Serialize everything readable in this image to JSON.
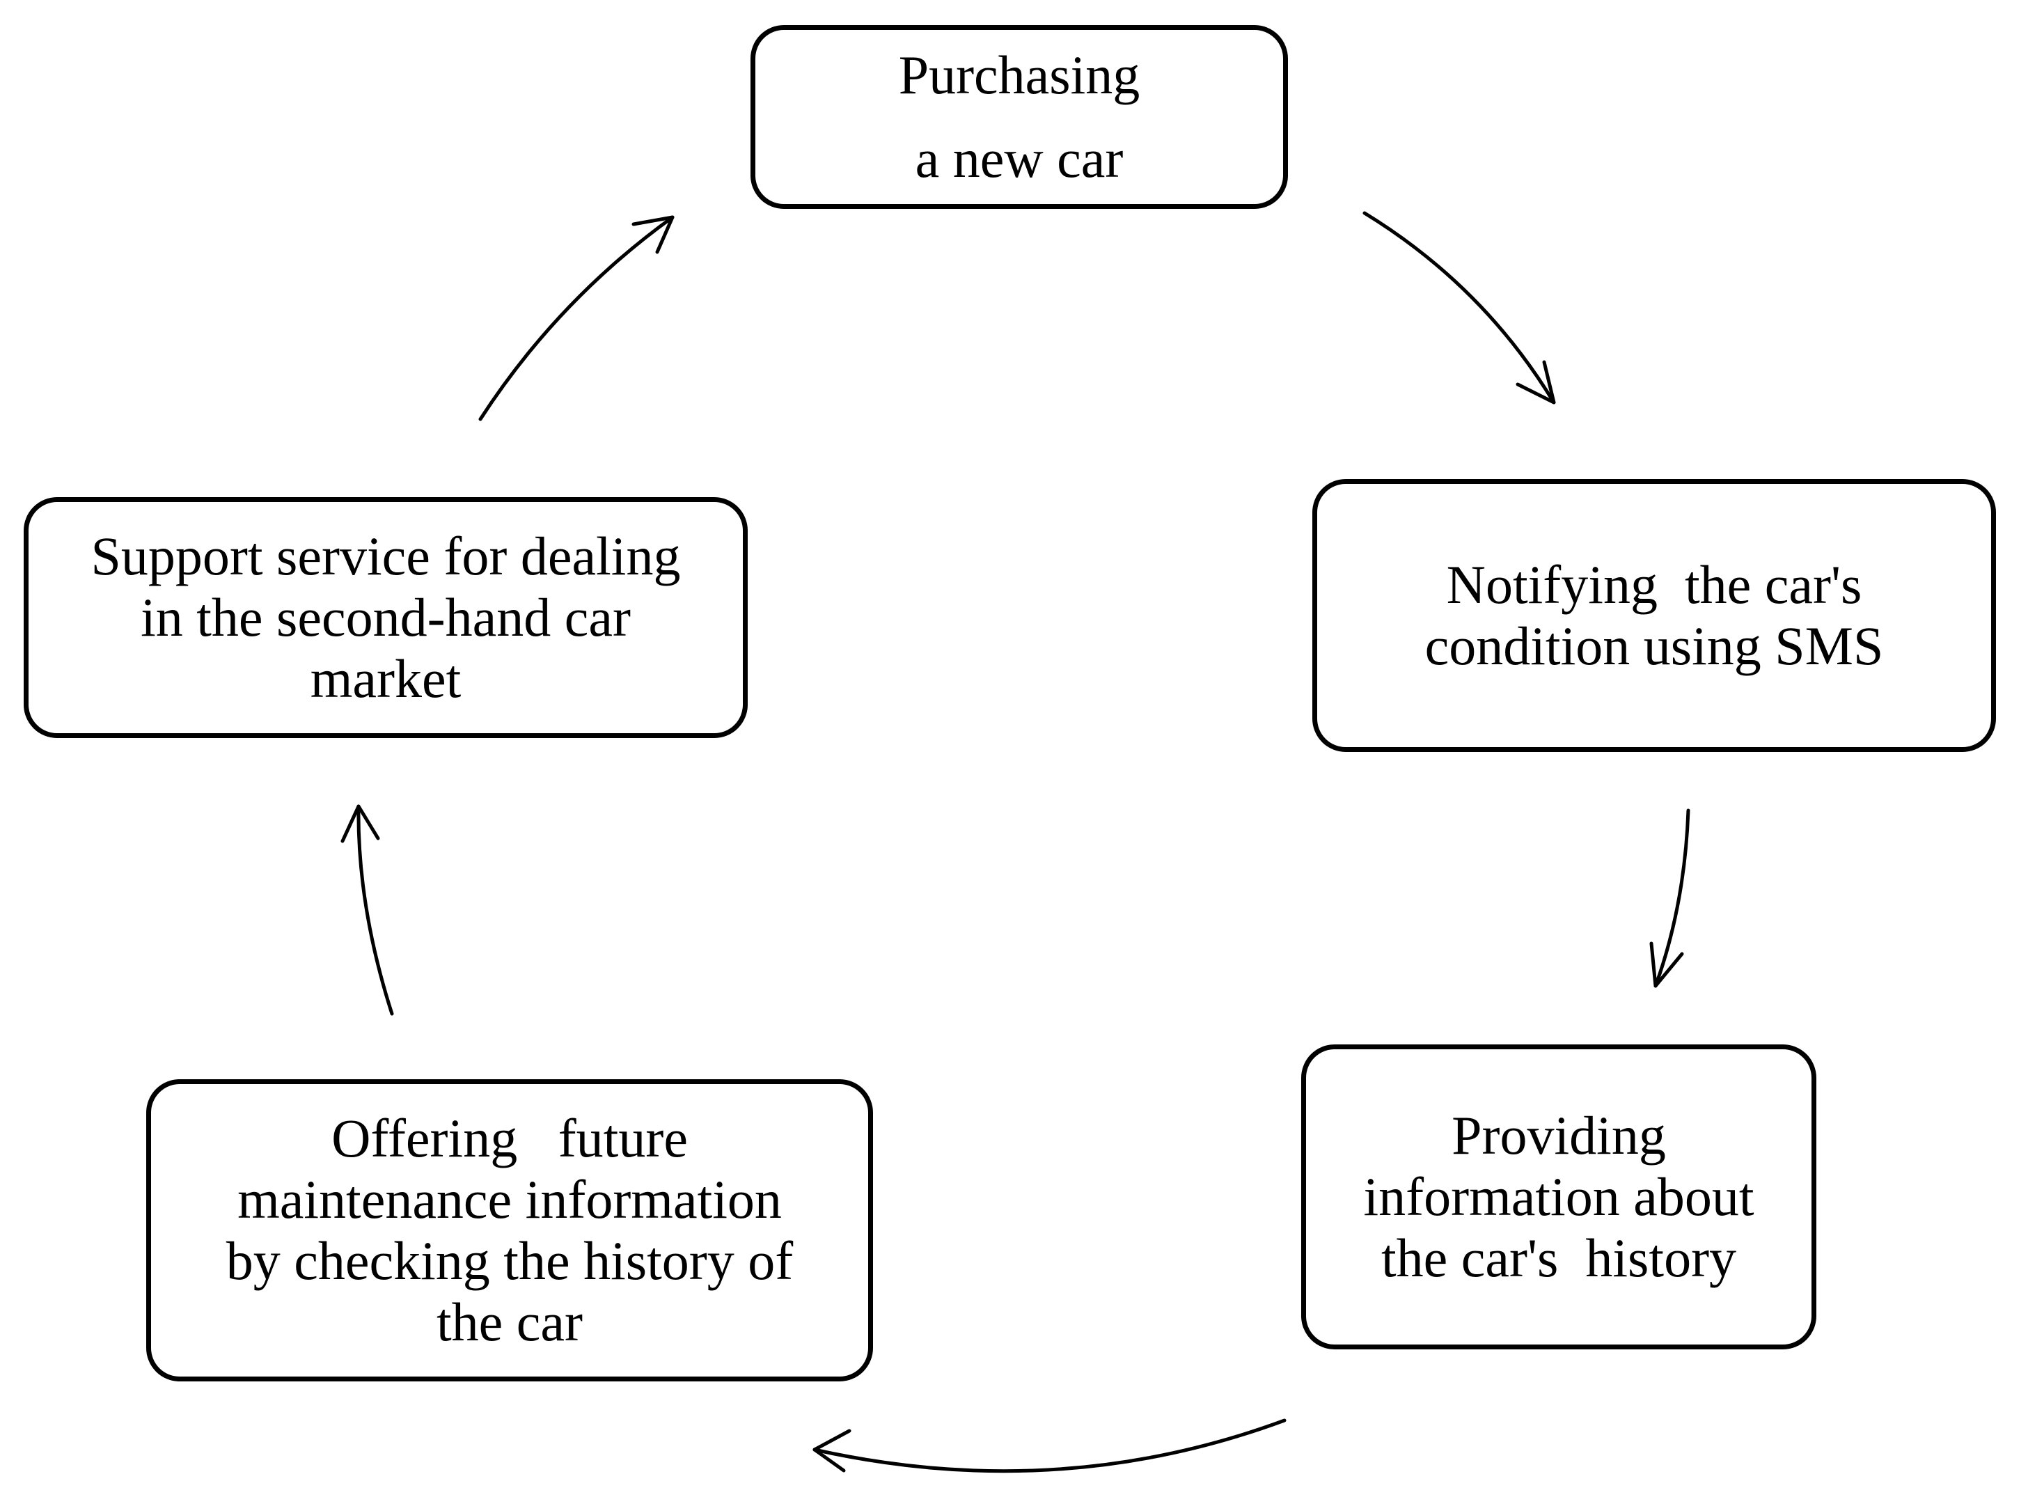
{
  "diagram": {
    "nodes": [
      {
        "id": "purchase",
        "lines": [
          "Purchasing",
          "a new car"
        ]
      },
      {
        "id": "notify",
        "lines": [
          "Notifying  the car's",
          "condition using SMS"
        ]
      },
      {
        "id": "history",
        "lines": [
          "Providing",
          "information about",
          "the car's  history"
        ]
      },
      {
        "id": "maint",
        "lines": [
          "Offering   future",
          "maintenance information",
          "by checking the history of",
          "the car"
        ]
      },
      {
        "id": "support",
        "lines": [
          "Support service for dealing",
          "in the second-hand car",
          "market"
        ]
      }
    ],
    "edges": [
      {
        "from": "purchase",
        "to": "notify"
      },
      {
        "from": "notify",
        "to": "history"
      },
      {
        "from": "history",
        "to": "maint"
      },
      {
        "from": "maint",
        "to": "support"
      },
      {
        "from": "support",
        "to": "purchase"
      }
    ]
  }
}
